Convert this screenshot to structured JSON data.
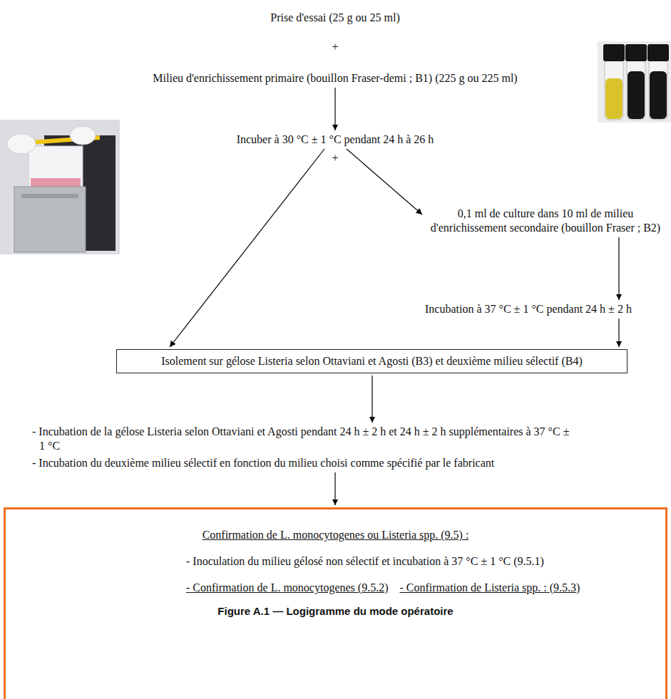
{
  "diagram": {
    "caption": "Figure A.1 — Logigramme du mode opératoire",
    "nodes": [
      {
        "text": [
          "Prise d'essai (25 g ou 25 ml)"
        ]
      },
      {
        "text": [
          "Milieu d'enrichissement primaire (bouillon Fraser-demi ; B1) (225 g ou 225 ml)"
        ]
      },
      {
        "text": [
          "Incuber à 30 °C ± 1 °C pendant 24 h à 26 h"
        ]
      },
      {
        "text": [
          "0,1 ml de culture dans 10 ml de milieu d'enrichissement secondaire (bouillon Fraser ; B2)"
        ]
      },
      {
        "text": [
          "Incubation à 37 °C ± 1 °C pendant 24 h ± 2 h"
        ]
      },
      {
        "text": [
          "Isolement sur gélose Listeria selon Ottaviani et Agosti (B3) et deuxième milieu sélectif (B4)"
        ]
      },
      {
        "text": [
          "- Incubation de la gélose Listeria selon Ottaviani et Agosti pendant 24 h ± 2 h et 24 h ± 2 h supplémentaires à 37 °C ± 1 °C",
          "- Incubation du deuxième milieu sélectif en fonction du milieu choisi comme spécifié par le fabricant"
        ]
      },
      {
        "text": [
          "Confirmation de L. monocytogenes ou Listeria spp. (9.5) :",
          "- Inoculation du milieu gélosé non sélectif et incubation à 37 °C ± 1 °C (9.5.1)",
          "- Confirmation de L. monocytogenes (9.5.2)",
          "- Confirmation de Listeria spp. : (9.5.3)"
        ]
      }
    ],
    "edges": [
      {
        "from": 1,
        "to": 2,
        "arrow": "to"
      },
      {
        "from": 2,
        "to": 3,
        "arrow": "to"
      },
      {
        "from": 2,
        "to": 5,
        "arrow": "to"
      },
      {
        "from": 3,
        "to": 4,
        "arrow": "to"
      },
      {
        "from": 4,
        "to": 5,
        "arrow": "to"
      },
      {
        "from": 5,
        "to": 6,
        "arrow": "to"
      },
      {
        "from": 6,
        "to": 7,
        "arrow": "to"
      }
    ],
    "labels": [
      "+",
      "+"
    ]
  }
}
